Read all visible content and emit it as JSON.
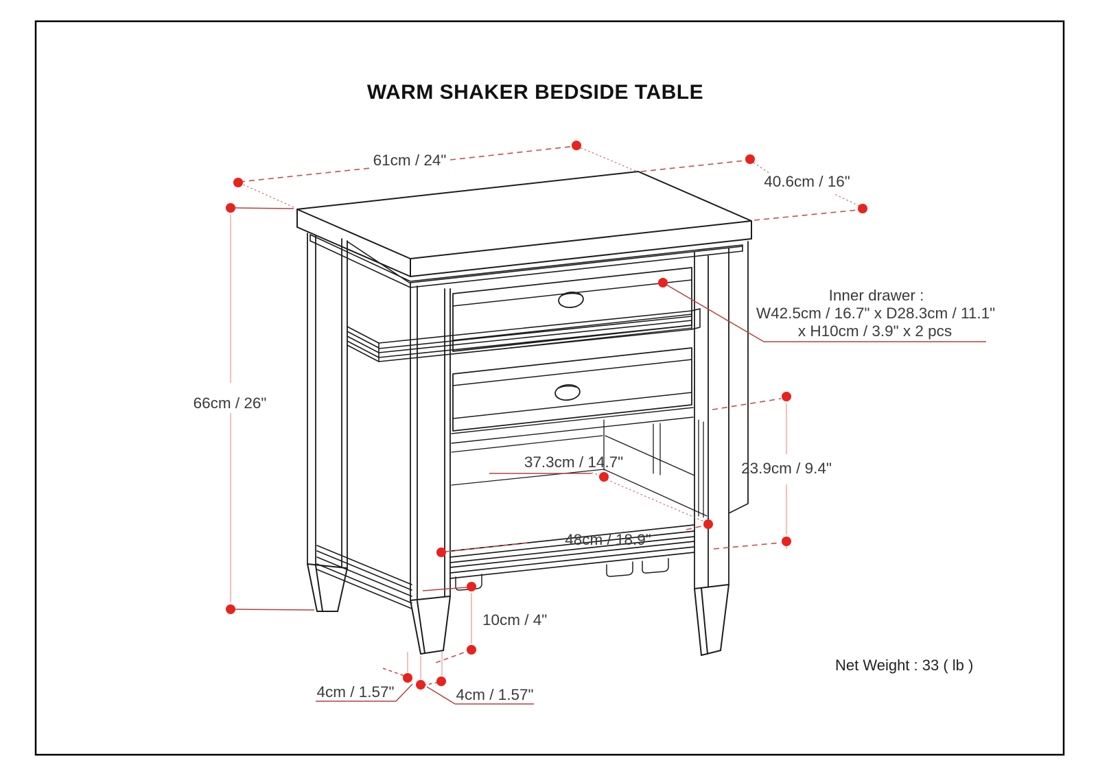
{
  "title": "WARM SHAKER BEDSIDE TABLE",
  "dims": {
    "width": "61cm / 24\"",
    "depth": "40.6cm / 16\"",
    "height": "66cm / 26\"",
    "inner_depth": "37.3cm / 14.7\"",
    "open_height": "23.9cm / 9.4\"",
    "shelf_width": "48cm / 18.9\"",
    "shelf_height": "10cm / 4\"",
    "foot_front": "4cm / 1.57\"",
    "foot_side": "4cm / 1.57\""
  },
  "inner_drawer": {
    "title": "Inner drawer :",
    "size": "W42.5cm / 16.7\" x D28.3cm / 11.1\"",
    "size2": "x H10cm / 3.9\" x 2 pcs"
  },
  "net_weight": "Net Weight : 33 ( lb )",
  "colors": {
    "dot": "#e8231d",
    "dimension_line": "#c0504d",
    "light_line": "#efb0ac",
    "drawing_line": "#1c1c1c"
  }
}
